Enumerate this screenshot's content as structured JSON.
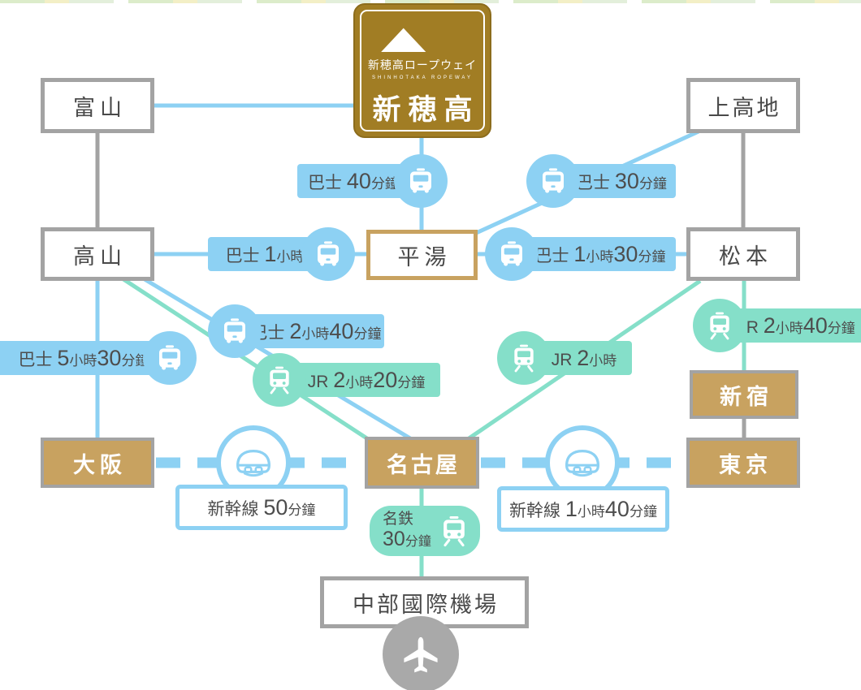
{
  "badge": {
    "logo_title": "新穂高ロープウェイ",
    "logo_subtitle": "SHINHOTAKA ROPEWAY",
    "station": "新穂高"
  },
  "stations": {
    "toyama": "富山",
    "kamikochi": "上高地",
    "takayama": "高山",
    "hirayu": "平湯",
    "matsumoto": "松本",
    "shinjuku": "新宿",
    "osaka": "大阪",
    "nagoya": "名古屋",
    "tokyo": "東京",
    "airport": "中部國際機場"
  },
  "routes": {
    "bus_40min": "巴士 40分鐘",
    "bus_30min": "巴士 30分鐘",
    "bus_1h": "巴士 1小時",
    "bus_1h30": "巴士 1小時30分鐘",
    "bus_2h40": "巴士 2小時40分鐘",
    "jr_2h20": "JR 2小時20分鐘",
    "bus_5h30": "巴士 5小時30分鐘",
    "jr_2h": "JR 2小時",
    "jr_2h40": "JR 2小時40分鐘",
    "meitetsu_line1": "名鉄",
    "meitetsu_line2": "30分鐘",
    "shinkansen_50": "新幹線 50分鐘",
    "shinkansen_1h40": "新幹線 1小時40分鐘"
  },
  "colors": {
    "bus_blue": "#8dd1f3",
    "jr_teal": "#85dfc9",
    "gold_box": "#c8a260",
    "badge_brown": "#a17d24",
    "border_gray": "#a3a3a3",
    "text_dark": "#4d4d4d"
  }
}
